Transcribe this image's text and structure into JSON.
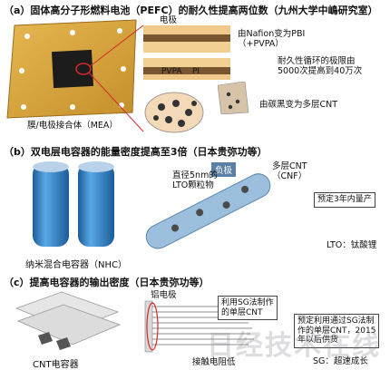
{
  "section_a": {
    "title": "（a）固体高分子形燃料电池（PEFC）的耐久性提高两位数（九州大学中嶋研究室）",
    "mea_label": "膜/电极接合体（MEA）",
    "electrode_label": "电极",
    "nafion_note": "由Nafion变为PBI\n（+PVPA）",
    "pvpa_label": "PVPA",
    "pi_label": "PI",
    "durability_note": "耐久性循环的极限由\n5000次提高到40万次",
    "carbon_note": "由碳黑变为多层CNT"
  },
  "section_b": {
    "title": "（b）双电层电容器的能量密度提高至3倍（日本贵弥功等）",
    "capacitor_label": "纳米混合电容器（NHC）",
    "negative_label": "负极",
    "lto_label": "直径5nm的\nLTO颗粒物",
    "cnt_label": "多层CNT\n（CNF）",
    "plan_note": "预定3年内量产",
    "lto_def": "LTO：钛酸锂"
  },
  "section_c": {
    "title": "（c）提高电容器的输出密度（日本贵弥功等）",
    "cnt_cap_label": "CNT电容器",
    "al_electrode": "铝电极",
    "sg_note": "利用SG法制作\n的单层CNT",
    "contact_label": "接触电阻低",
    "plan_note": "预定利用通过SG法制\n作的单层CNT，2015\n年以后供货",
    "sg_def": "SG：超速成长"
  },
  "watermark": "日经技术在线",
  "colors": {
    "mea_yellow": "#d9a53a",
    "cap_blue": "#2e7ec2",
    "tube_blue": "#8fb7d6",
    "red_line": "#d22b2b"
  }
}
